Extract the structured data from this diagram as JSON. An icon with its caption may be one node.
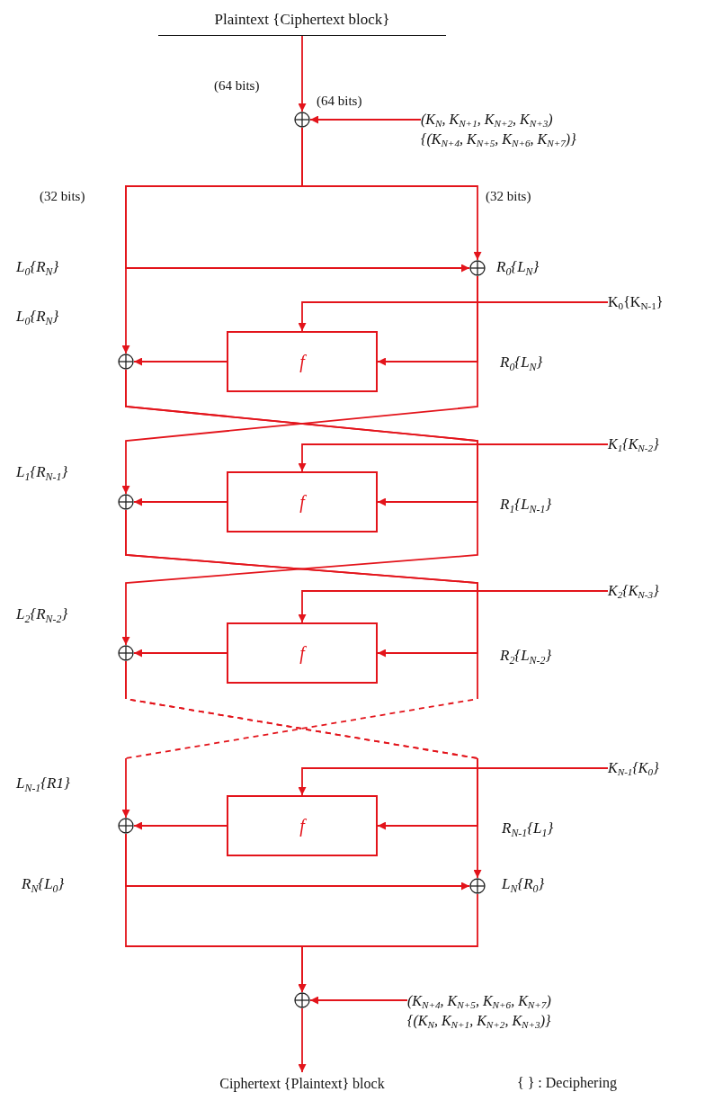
{
  "diagram": {
    "nodes": [
      {
        "text": [
          "Plaintext {Ciphertext block}"
        ]
      },
      {
        "text": [],
        "shape": "circle"
      },
      {
        "text": [
          "(K$_{N}$, K$_{N+1}$, K$_{N+2}$, K$_{N+3}$)",
          "{(K$_{N+4}$, K$_{N+5}$, K$_{N+6}$, K$_{N+7}$)}"
        ]
      },
      {
        "text": [],
        "shape": "circle"
      },
      {
        "text": [],
        "shape": "circle"
      },
      {
        "text": [
          "f"
        ]
      },
      {
        "text": [
          "K$_{0}${K$_{N-1}$}"
        ]
      },
      {
        "text": [],
        "shape": "circle"
      },
      {
        "text": [
          "f"
        ]
      },
      {
        "text": [
          "K$_{1}${K$_{N-2}$}"
        ]
      },
      {
        "text": [],
        "shape": "circle"
      },
      {
        "text": [
          "f"
        ]
      },
      {
        "text": [
          "K$_{2}${K$_{N-3}$}"
        ]
      },
      {
        "text": [],
        "shape": "circle"
      },
      {
        "text": [
          "f"
        ]
      },
      {
        "text": [
          "K$_{N-1}${K$_{0}$}"
        ]
      },
      {
        "text": [],
        "shape": "circle"
      },
      {
        "text": [],
        "shape": "circle"
      },
      {
        "text": [
          "(K$_{N+4}$, K$_{N+5}$, K$_{N+6}$, K$_{N+7}$)",
          "{(K$_{N}$, K$_{N+1}$, K$_{N+2}$, K$_{N+3}$)}"
        ]
      },
      {
        "text": [
          "Ciphertext {Plaintext} block"
        ]
      }
    ],
    "edges": [
      {
        "from": 0,
        "to": 1,
        "arrow": "to"
      },
      {
        "from": 2,
        "to": 1,
        "arrow": "to"
      },
      {
        "from": 1,
        "to": 4,
        "arrow": "to"
      },
      {
        "from": 1,
        "to": 3,
        "arrow": "to"
      },
      {
        "from": 1,
        "to": 3,
        "arrow": "to"
      },
      {
        "from": 6,
        "to": 5,
        "arrow": "to"
      },
      {
        "from": 3,
        "to": 5,
        "arrow": "to"
      },
      {
        "from": 5,
        "to": 4,
        "arrow": "to"
      },
      {
        "from": 3,
        "to": 7,
        "arrow": "to"
      },
      {
        "from": 4,
        "to": 8,
        "arrow": "to"
      },
      {
        "from": 4,
        "to": 10,
        "arrow": "to"
      },
      {
        "from": 9,
        "to": 8,
        "arrow": "to"
      },
      {
        "from": 8,
        "to": 7,
        "arrow": "to"
      },
      {
        "from": 7,
        "to": 11,
        "arrow": "to"
      },
      {
        "from": 7,
        "to": 13,
        "arrow": "to",
        "style": "dashed"
      },
      {
        "from": 12,
        "to": 11,
        "arrow": "to"
      },
      {
        "from": 11,
        "to": 10,
        "arrow": "to"
      },
      {
        "from": 10,
        "to": 14,
        "arrow": "to",
        "style": "dashed"
      },
      {
        "from": 10,
        "to": 16,
        "arrow": "to",
        "style": "dashed"
      },
      {
        "from": 15,
        "to": 14,
        "arrow": "to"
      },
      {
        "from": 14,
        "to": 13,
        "arrow": "to"
      },
      {
        "from": 13,
        "to": 16,
        "arrow": "to"
      },
      {
        "from": 13,
        "to": 17,
        "arrow": "to"
      },
      {
        "from": 16,
        "to": 17,
        "arrow": "to"
      },
      {
        "from": 18,
        "to": 17,
        "arrow": "to"
      },
      {
        "from": 17,
        "to": 19,
        "arrow": "to"
      }
    ],
    "labels": [
      "(64 bits)",
      "(64 bits)",
      "(32 bits)",
      "(32 bits)",
      "L$_{0}${R$_{N}$}",
      "R$_{0}${L$_{N}$}",
      "L$_{0}${R$_{N}$}",
      "R$_{0}${L$_{N}$}",
      "L$_{1}${R$_{N-1}$}",
      "R$_{1}${L$_{N-1}$}",
      "L$_{2}${R$_{N-2}$}",
      "R$_{2}${L$_{N-2}$}",
      "L$_{N-1}${R1}",
      "R$_{N-1}${L$_{1}$}",
      "R$_{N}${L$_{0}$}",
      "L$_{N}${R$_{0}$}",
      "{ } : Deciphering"
    ]
  }
}
